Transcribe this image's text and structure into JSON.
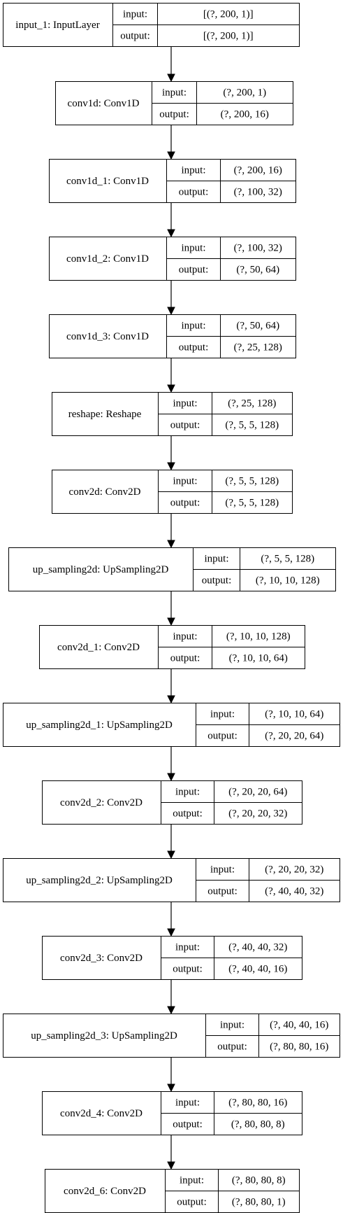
{
  "layers": [
    {
      "name": "input_1: InputLayer",
      "input_label": "input:",
      "input_shape": "[(?, 200, 1)]",
      "output_label": "output:",
      "output_shape": "[(?, 200, 1)]"
    },
    {
      "name": "conv1d: Conv1D",
      "input_label": "input:",
      "input_shape": "(?, 200, 1)",
      "output_label": "output:",
      "output_shape": "(?, 200, 16)"
    },
    {
      "name": "conv1d_1: Conv1D",
      "input_label": "input:",
      "input_shape": "(?, 200, 16)",
      "output_label": "output:",
      "output_shape": "(?, 100, 32)"
    },
    {
      "name": "conv1d_2: Conv1D",
      "input_label": "input:",
      "input_shape": "(?, 100, 32)",
      "output_label": "output:",
      "output_shape": "(?, 50, 64)"
    },
    {
      "name": "conv1d_3: Conv1D",
      "input_label": "input:",
      "input_shape": "(?, 50, 64)",
      "output_label": "output:",
      "output_shape": "(?, 25, 128)"
    },
    {
      "name": "reshape: Reshape",
      "input_label": "input:",
      "input_shape": "(?, 25, 128)",
      "output_label": "output:",
      "output_shape": "(?, 5, 5, 128)"
    },
    {
      "name": "conv2d: Conv2D",
      "input_label": "input:",
      "input_shape": "(?, 5, 5, 128)",
      "output_label": "output:",
      "output_shape": "(?, 5, 5, 128)"
    },
    {
      "name": "up_sampling2d: UpSampling2D",
      "input_label": "input:",
      "input_shape": "(?, 5, 5, 128)",
      "output_label": "output:",
      "output_shape": "(?, 10, 10, 128)"
    },
    {
      "name": "conv2d_1: Conv2D",
      "input_label": "input:",
      "input_shape": "(?, 10, 10, 128)",
      "output_label": "output:",
      "output_shape": "(?, 10, 10, 64)"
    },
    {
      "name": "up_sampling2d_1: UpSampling2D",
      "input_label": "input:",
      "input_shape": "(?, 10, 10, 64)",
      "output_label": "output:",
      "output_shape": "(?, 20, 20, 64)"
    },
    {
      "name": "conv2d_2: Conv2D",
      "input_label": "input:",
      "input_shape": "(?, 20, 20, 64)",
      "output_label": "output:",
      "output_shape": "(?, 20, 20, 32)"
    },
    {
      "name": "up_sampling2d_2: UpSampling2D",
      "input_label": "input:",
      "input_shape": "(?, 20, 20, 32)",
      "output_label": "output:",
      "output_shape": "(?, 40, 40, 32)"
    },
    {
      "name": "conv2d_3: Conv2D",
      "input_label": "input:",
      "input_shape": "(?, 40, 40, 32)",
      "output_label": "output:",
      "output_shape": "(?, 40, 40, 16)"
    },
    {
      "name": "up_sampling2d_3: UpSampling2D",
      "input_label": "input:",
      "input_shape": "(?, 40, 40, 16)",
      "output_label": "output:",
      "output_shape": "(?, 80, 80, 16)"
    },
    {
      "name": "conv2d_4: Conv2D",
      "input_label": "input:",
      "input_shape": "(?, 80, 80, 16)",
      "output_label": "output:",
      "output_shape": "(?, 80, 80, 8)"
    },
    {
      "name": "conv2d_6: Conv2D",
      "input_label": "input:",
      "input_shape": "(?, 80, 80, 8)",
      "output_label": "output:",
      "output_shape": "(?, 80, 80, 1)"
    }
  ]
}
